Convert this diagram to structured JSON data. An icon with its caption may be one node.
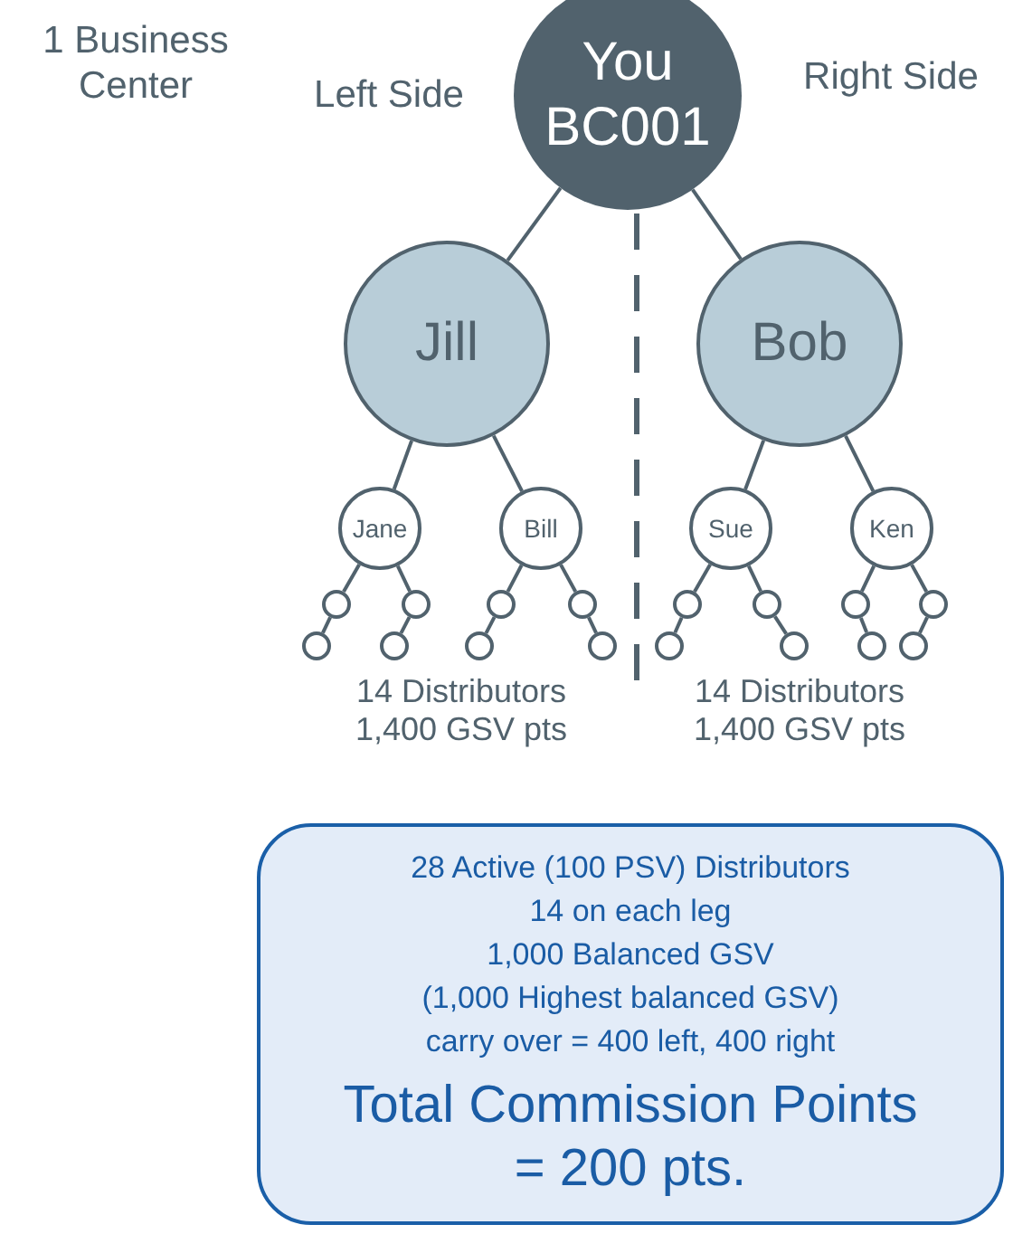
{
  "diagram": {
    "nodes": [
      {
        "text": [
          "You",
          "BC001"
        ]
      },
      {
        "text": [
          "Jill"
        ]
      },
      {
        "text": [
          "Bob"
        ]
      },
      {
        "text": [
          "Jane"
        ]
      },
      {
        "text": [
          "Bill"
        ]
      },
      {
        "text": [
          "Sue"
        ]
      },
      {
        "text": [
          "Ken"
        ]
      },
      {
        "text": [],
        "shape": "circle"
      },
      {
        "text": [],
        "shape": "circle"
      },
      {
        "text": [],
        "shape": "circle"
      },
      {
        "text": [],
        "shape": "circle"
      },
      {
        "text": [],
        "shape": "circle"
      },
      {
        "text": [],
        "shape": "circle"
      },
      {
        "text": [],
        "shape": "circle"
      },
      {
        "text": [],
        "shape": "circle"
      },
      {
        "text": [],
        "shape": "circle"
      },
      {
        "text": [],
        "shape": "circle"
      },
      {
        "text": [],
        "shape": "circle"
      },
      {
        "text": [],
        "shape": "circle"
      },
      {
        "text": [],
        "shape": "circle"
      },
      {
        "text": [],
        "shape": "circle"
      },
      {
        "text": [],
        "shape": "circle"
      },
      {
        "text": [],
        "shape": "circle"
      },
      {
        "text": [
          "28 Active (100 PSV) Distributors",
          "14 on each leg",
          "1,000 Balanced GSV",
          "(1,000 Highest balanced GSV)",
          "carry over = 400 left, 400 right",
          "Total Commission Points = 200 pts."
        ]
      }
    ],
    "edges": [
      {
        "from": 0,
        "to": 1,
        "arrow": "none"
      },
      {
        "from": 0,
        "to": 2,
        "arrow": "none"
      },
      {
        "from": 1,
        "to": 3,
        "arrow": "none"
      },
      {
        "from": 1,
        "to": 4,
        "arrow": "none"
      },
      {
        "from": 2,
        "to": 5,
        "arrow": "none"
      },
      {
        "from": 2,
        "to": 6,
        "arrow": "none"
      },
      {
        "from": 3,
        "to": 7,
        "arrow": "none"
      },
      {
        "from": 3,
        "to": 8,
        "arrow": "none"
      },
      {
        "from": 7,
        "to": 9,
        "arrow": "none"
      },
      {
        "from": 8,
        "to": 10,
        "arrow": "none"
      },
      {
        "from": 4,
        "to": 11,
        "arrow": "none"
      },
      {
        "from": 4,
        "to": 12,
        "arrow": "none"
      },
      {
        "from": 11,
        "to": 13,
        "arrow": "none"
      },
      {
        "from": 12,
        "to": 14,
        "arrow": "none"
      },
      {
        "from": 5,
        "to": 15,
        "arrow": "none"
      },
      {
        "from": 5,
        "to": 16,
        "arrow": "none"
      },
      {
        "from": 15,
        "to": 17,
        "arrow": "none"
      },
      {
        "from": 16,
        "to": 18,
        "arrow": "none"
      },
      {
        "from": 6,
        "to": 19,
        "arrow": "none"
      },
      {
        "from": 6,
        "to": 20,
        "arrow": "none"
      },
      {
        "from": 19,
        "to": 21,
        "arrow": "none"
      },
      {
        "from": 20,
        "to": 22,
        "arrow": "none"
      }
    ],
    "labels": [
      "1 Business Center",
      "Left Side",
      "Right Side",
      "14 Distributors 1,400 GSV pts",
      "14 Distributors 1,400 GSV pts"
    ]
  }
}
